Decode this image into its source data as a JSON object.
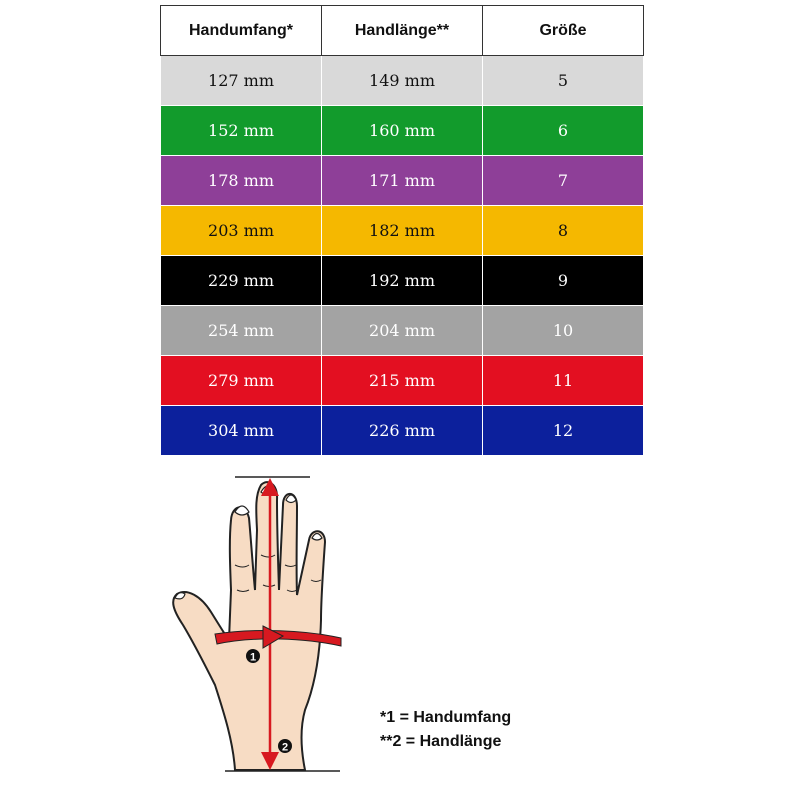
{
  "table": {
    "headers": [
      "Handumfang*",
      "Handlänge**",
      "Größe"
    ],
    "rows": [
      {
        "cells": [
          "127 mm",
          "149 mm",
          "5"
        ],
        "bg": "#d9d9d9",
        "fg": "#111111"
      },
      {
        "cells": [
          "152 mm",
          "160 mm",
          "6"
        ],
        "bg": "#129b2c",
        "fg": "#ffffff"
      },
      {
        "cells": [
          "178 mm",
          "171 mm",
          "7"
        ],
        "bg": "#8e3f98",
        "fg": "#ffffff"
      },
      {
        "cells": [
          "203 mm",
          "182 mm",
          "8"
        ],
        "bg": "#f5b800",
        "fg": "#111111"
      },
      {
        "cells": [
          "229 mm",
          "192 mm",
          "9"
        ],
        "bg": "#000000",
        "fg": "#ffffff"
      },
      {
        "cells": [
          "254 mm",
          "204 mm",
          "10"
        ],
        "bg": "#a3a3a3",
        "fg": "#ffffff"
      },
      {
        "cells": [
          "279 mm",
          "215 mm",
          "11"
        ],
        "bg": "#e30f21",
        "fg": "#ffffff"
      },
      {
        "cells": [
          "304 mm",
          "226 mm",
          "12"
        ],
        "bg": "#0c209c",
        "fg": "#ffffff"
      }
    ]
  },
  "figure": {
    "marker_1": "1",
    "marker_2": "2",
    "arrow_color": "#d71920",
    "skin_color": "#f7dcc4"
  },
  "legend": {
    "line1": "*1 = Handumfang",
    "line2": "**2 = Handlänge"
  }
}
